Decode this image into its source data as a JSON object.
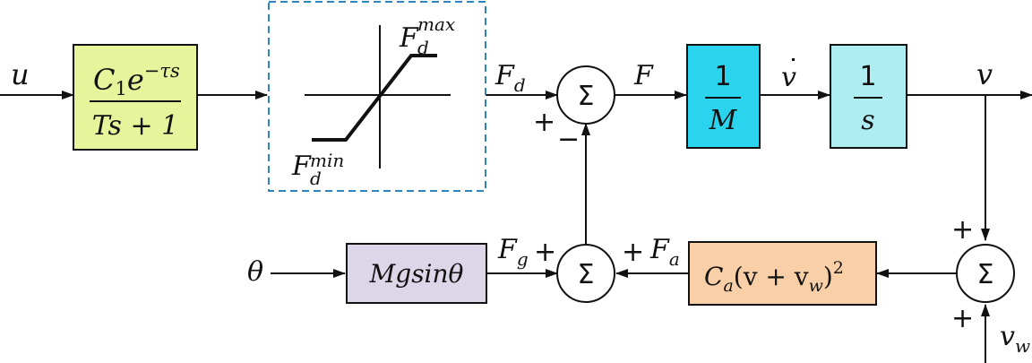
{
  "colors": {
    "delay_block": "#e6f59c",
    "saturation_border": "#2e86c1",
    "mass_block": "#2ad4ef",
    "integrator_block": "#aeeef2",
    "gravity_block": "#ddd6e8",
    "aero_block": "#f9cfa8",
    "line": "#111111"
  },
  "signals": {
    "input_u": "u",
    "input_theta": "θ",
    "output_v": "v",
    "vdot_base": "v",
    "vdot_accent": "˙",
    "force": "F",
    "drive_force": {
      "base": "F",
      "sub": "d"
    },
    "grav_force": {
      "base": "F",
      "sub": "g"
    },
    "aero_force": {
      "base": "F",
      "sub": "a"
    },
    "wind": {
      "base": "v",
      "sub": "w"
    }
  },
  "blocks": {
    "delay_tf": {
      "num_base": "C",
      "num_sub": "1",
      "num_e": "e",
      "num_exp": "−τs",
      "den": "Ts + 1"
    },
    "saturation": {
      "max": {
        "base": "F",
        "sub": "d",
        "sup": "max"
      },
      "min": {
        "base": "F",
        "sub": "d",
        "sup": "min"
      }
    },
    "mass": {
      "num": "1",
      "den": "M"
    },
    "integrator": {
      "num": "1",
      "den": "s"
    },
    "gravity": {
      "text": "Mgsinθ"
    },
    "aero": {
      "c": "C",
      "c_sub": "a",
      "open": "(v + v",
      "w_sub": "w",
      "close": ")",
      "sq": "2"
    }
  },
  "sums": {
    "symbol": "Σ",
    "main_plus": "+",
    "main_minus": "−",
    "gravity_plus": "+",
    "aero_plus": "+",
    "wind_top_plus": "+",
    "wind_bottom_plus": "+"
  }
}
